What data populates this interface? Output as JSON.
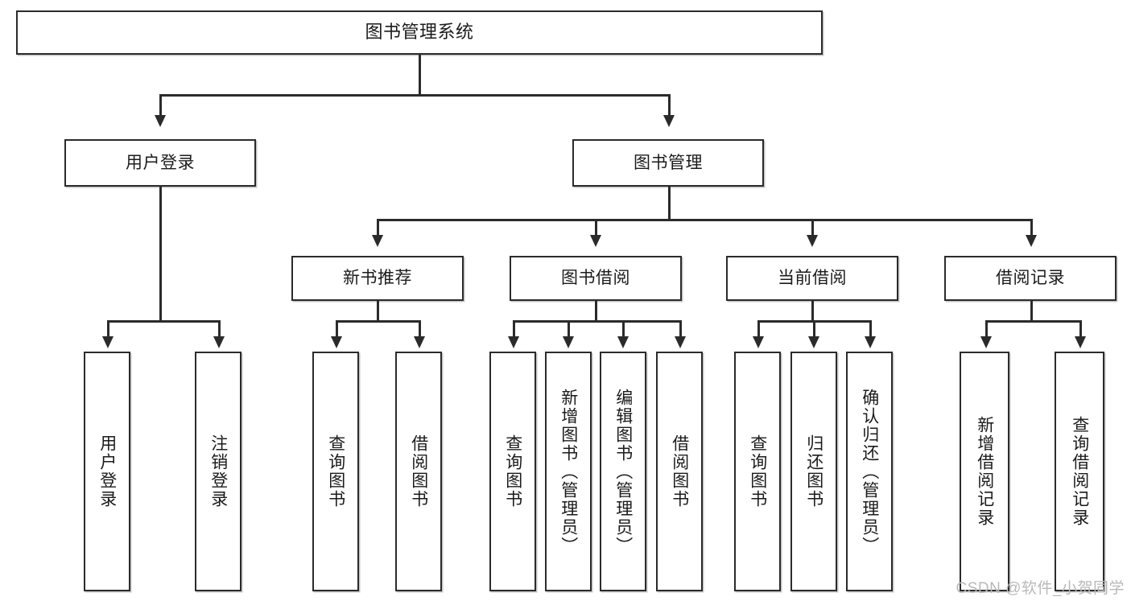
{
  "diagram": {
    "title": "图书管理系统",
    "type": "hierarchy-tree",
    "watermark": "CSDN @软件_小贺同学",
    "colors": {
      "stroke": "#2b2b2b",
      "fill": "#ffffff",
      "text": "#1b1b1b",
      "watermark": "#b9b9b9"
    }
  },
  "nodes": {
    "root": {
      "label": "图书管理系统"
    },
    "level2": [
      {
        "id": "user-login",
        "label": "用户登录"
      },
      {
        "id": "book-manage",
        "label": "图书管理"
      }
    ],
    "level3": [
      {
        "id": "new-book-rec",
        "label": "新书推荐"
      },
      {
        "id": "book-borrow",
        "label": "图书借阅"
      },
      {
        "id": "current-borrow",
        "label": "当前借阅"
      },
      {
        "id": "borrow-record",
        "label": "借阅记录"
      }
    ],
    "leaves": {
      "user-login": [
        {
          "id": "leaf-user-login",
          "label": "用户登录"
        },
        {
          "id": "leaf-user-logout",
          "label": "注销登录"
        }
      ],
      "new-book-rec": [
        {
          "id": "leaf-query-book-1",
          "label": "查询图书"
        },
        {
          "id": "leaf-borrow-book-1",
          "label": "借阅图书"
        }
      ],
      "book-borrow": [
        {
          "id": "leaf-query-book-2",
          "label": "查询图书"
        },
        {
          "id": "leaf-add-book",
          "label": "新增图书（管理员）"
        },
        {
          "id": "leaf-edit-book",
          "label": "编辑图书（管理员）"
        },
        {
          "id": "leaf-borrow-book-2",
          "label": "借阅图书"
        }
      ],
      "current-borrow": [
        {
          "id": "leaf-query-book-3",
          "label": "查询图书"
        },
        {
          "id": "leaf-return-book",
          "label": "归还图书"
        },
        {
          "id": "leaf-confirm-return",
          "label": "确认归还（管理员）"
        }
      ],
      "borrow-record": [
        {
          "id": "leaf-add-record",
          "label": "新增借阅记录"
        },
        {
          "id": "leaf-query-record",
          "label": "查询借阅记录"
        }
      ]
    }
  }
}
